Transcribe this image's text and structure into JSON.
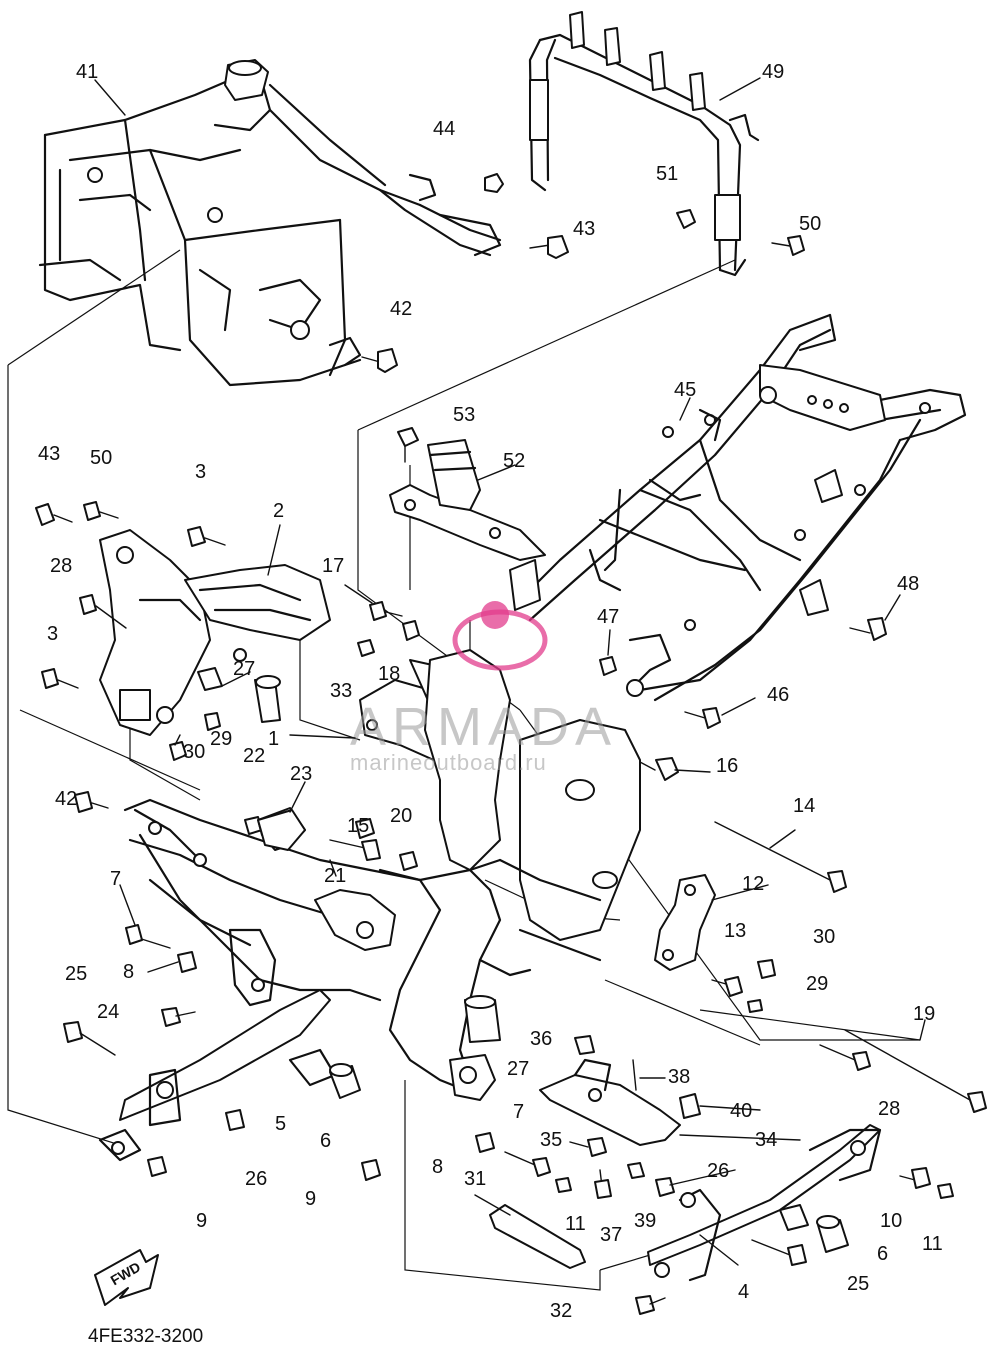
{
  "diagram": {
    "part_code": "4FE332-3200",
    "fwd_label": "FWD",
    "watermark": {
      "brand": "ARMADA",
      "site": "marineoutboard.ru",
      "logo_color": "#e23c8c"
    },
    "callouts": [
      "41",
      "44",
      "43",
      "49",
      "51",
      "50",
      "42",
      "45",
      "53",
      "52",
      "43",
      "50",
      "3",
      "2",
      "28",
      "17",
      "48",
      "3",
      "47",
      "33",
      "18",
      "27",
      "46",
      "1",
      "29",
      "30",
      "22",
      "23",
      "15",
      "16",
      "42",
      "20",
      "14",
      "21",
      "12",
      "7",
      "13",
      "30",
      "8",
      "29",
      "25",
      "24",
      "19",
      "36",
      "38",
      "28",
      "40",
      "27",
      "5",
      "7",
      "34",
      "26",
      "35",
      "6",
      "26",
      "9",
      "31",
      "8",
      "39",
      "10",
      "11",
      "37",
      "11",
      "9",
      "6",
      "25",
      "4",
      "32"
    ]
  }
}
